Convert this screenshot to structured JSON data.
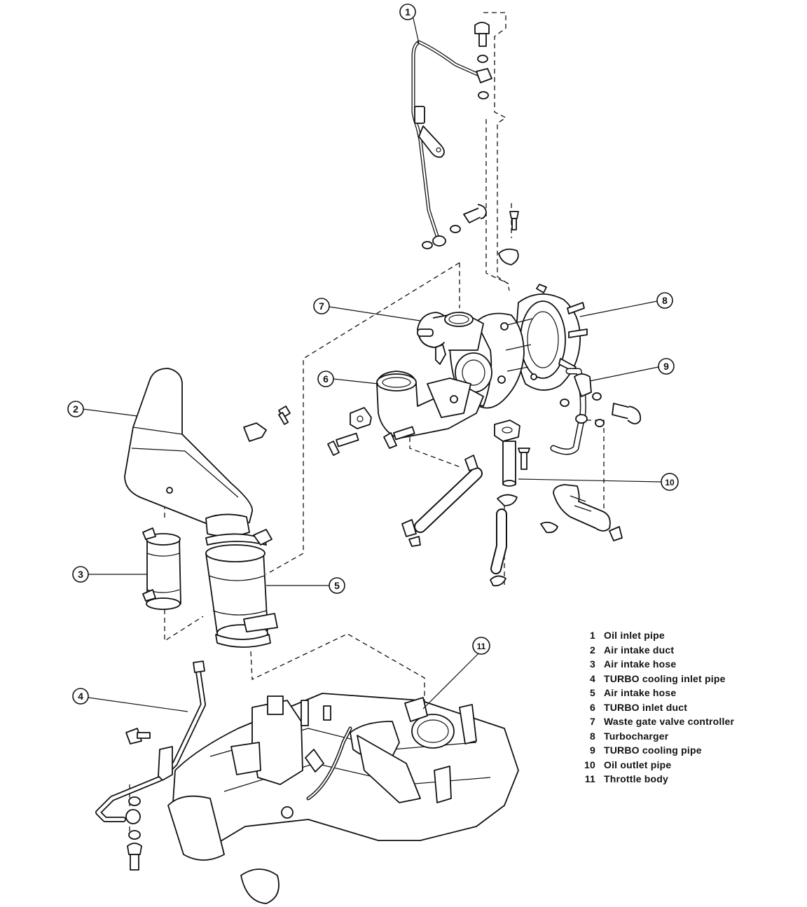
{
  "callouts": [
    {
      "num": "1",
      "name": "Oil inlet pipe"
    },
    {
      "num": "2",
      "name": "Air intake duct"
    },
    {
      "num": "3",
      "name": "Air intake hose"
    },
    {
      "num": "4",
      "name": "TURBO cooling inlet pipe"
    },
    {
      "num": "5",
      "name": "Air intake hose"
    },
    {
      "num": "6",
      "name": "TURBO inlet duct"
    },
    {
      "num": "7",
      "name": "Waste gate valve controller"
    },
    {
      "num": "8",
      "name": "Turbocharger"
    },
    {
      "num": "9",
      "name": "TURBO cooling pipe"
    },
    {
      "num": "10",
      "name": "Oil outlet pipe"
    },
    {
      "num": "11",
      "name": "Throttle body"
    }
  ]
}
